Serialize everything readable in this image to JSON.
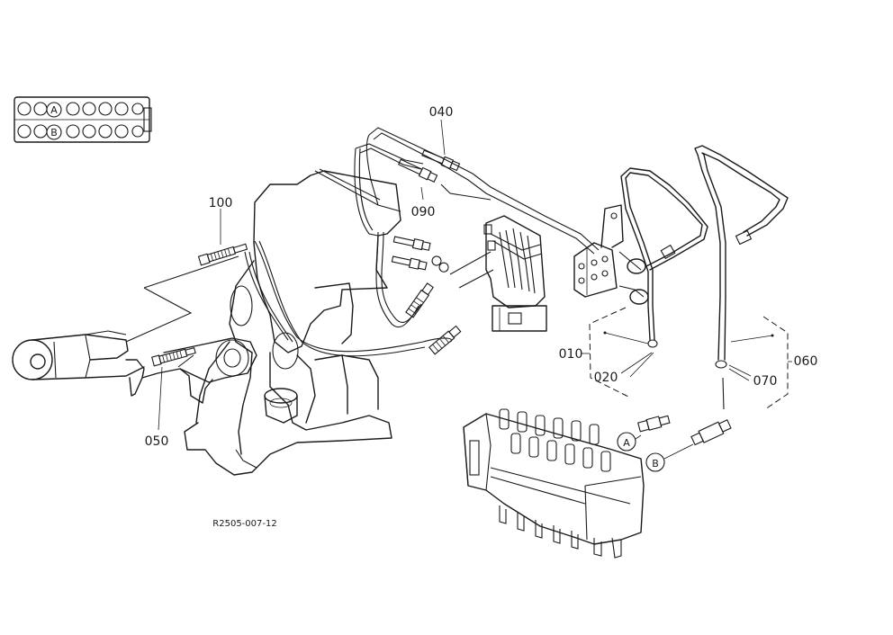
{
  "diagram": {
    "part_labels": {
      "p010": "010",
      "p020": "020",
      "p040": "040",
      "p050": "050",
      "p060": "060",
      "p070": "070",
      "p090": "090",
      "p100": "100"
    },
    "connector_labels": {
      "a": "A",
      "b": "B"
    },
    "reference_code": "R2505-007-12"
  }
}
